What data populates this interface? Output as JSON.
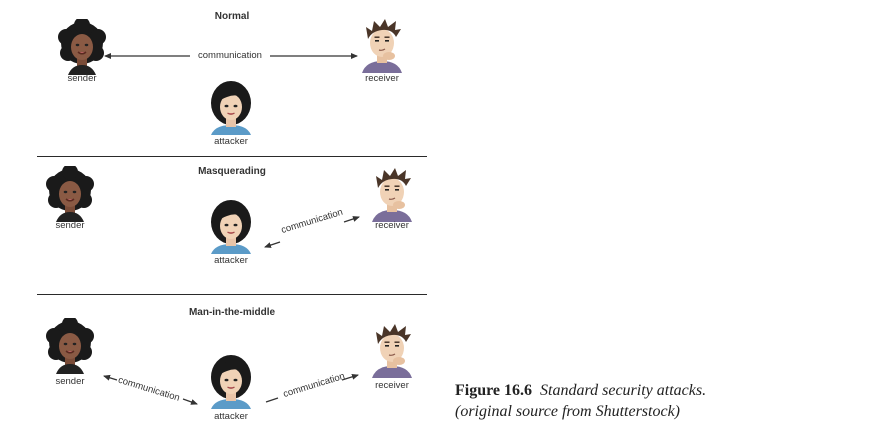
{
  "panels": {
    "normal": {
      "title": "Normal",
      "sender": "sender",
      "receiver": "receiver",
      "attacker": "attacker",
      "link": "communication"
    },
    "masquerading": {
      "title": "Masquerading",
      "sender": "sender",
      "receiver": "receiver",
      "attacker": "attacker",
      "link": "communication"
    },
    "mitm": {
      "title": "Man-in-the-middle",
      "sender": "sender",
      "receiver": "receiver",
      "attacker": "attacker",
      "link_left": "communication",
      "link_right": "communication"
    }
  },
  "caption": {
    "label": "Figure 16.6",
    "text": "Standard security attacks.",
    "source": "(original source from Shutterstock)"
  },
  "icons": {
    "sender": "woman-curly-hair-avatar-icon",
    "receiver": "man-thinking-avatar-icon",
    "attacker": "woman-black-hair-avatar-icon"
  },
  "colors": {
    "divider": "#2a2a2a",
    "arrow": "#333333",
    "skin_sender": "#8a5a44",
    "skin_light": "#f0d2b6",
    "hair_dark": "#1a1a1a",
    "hair_brown": "#4a3528",
    "shirt_blue": "#5b9bc8",
    "shirt_purple": "#7a6e9a"
  }
}
